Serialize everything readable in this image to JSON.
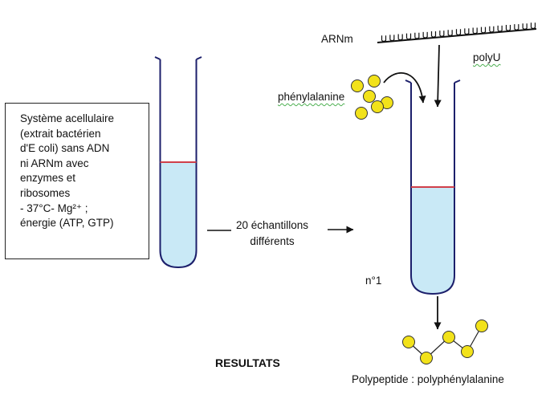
{
  "system_box": {
    "lines": [
      "Système acellulaire",
      "(extrait  bactérien",
      "d'E coli) sans ADN",
      "ni ARNm avec",
      "enzymes et",
      "ribosomes",
      "- 37°C- Mg²⁺ ;",
      "énergie (ATP, GTP)"
    ]
  },
  "samples_label": [
    "20 échantillons",
    "différents"
  ],
  "arnm_label": "ARNm",
  "polyu_label": "polyU",
  "phenylalanine_label": "phénylalanine",
  "tube_number": "n°1",
  "results_title": "RESULTATS",
  "polypeptide_label": "Polypeptide : polyphénylalanine",
  "colors": {
    "liquid": "#c9e9f6",
    "tube_outline": "#1c1f6b",
    "meniscus": "#d0404a",
    "amino_acid": "#f2e21a",
    "amino_outline": "#333333",
    "squiggle": "#4caf50"
  },
  "icons": [
    "test-tube-icon",
    "amino-acid-icon",
    "mrna-strand-icon",
    "arrow-icon"
  ]
}
